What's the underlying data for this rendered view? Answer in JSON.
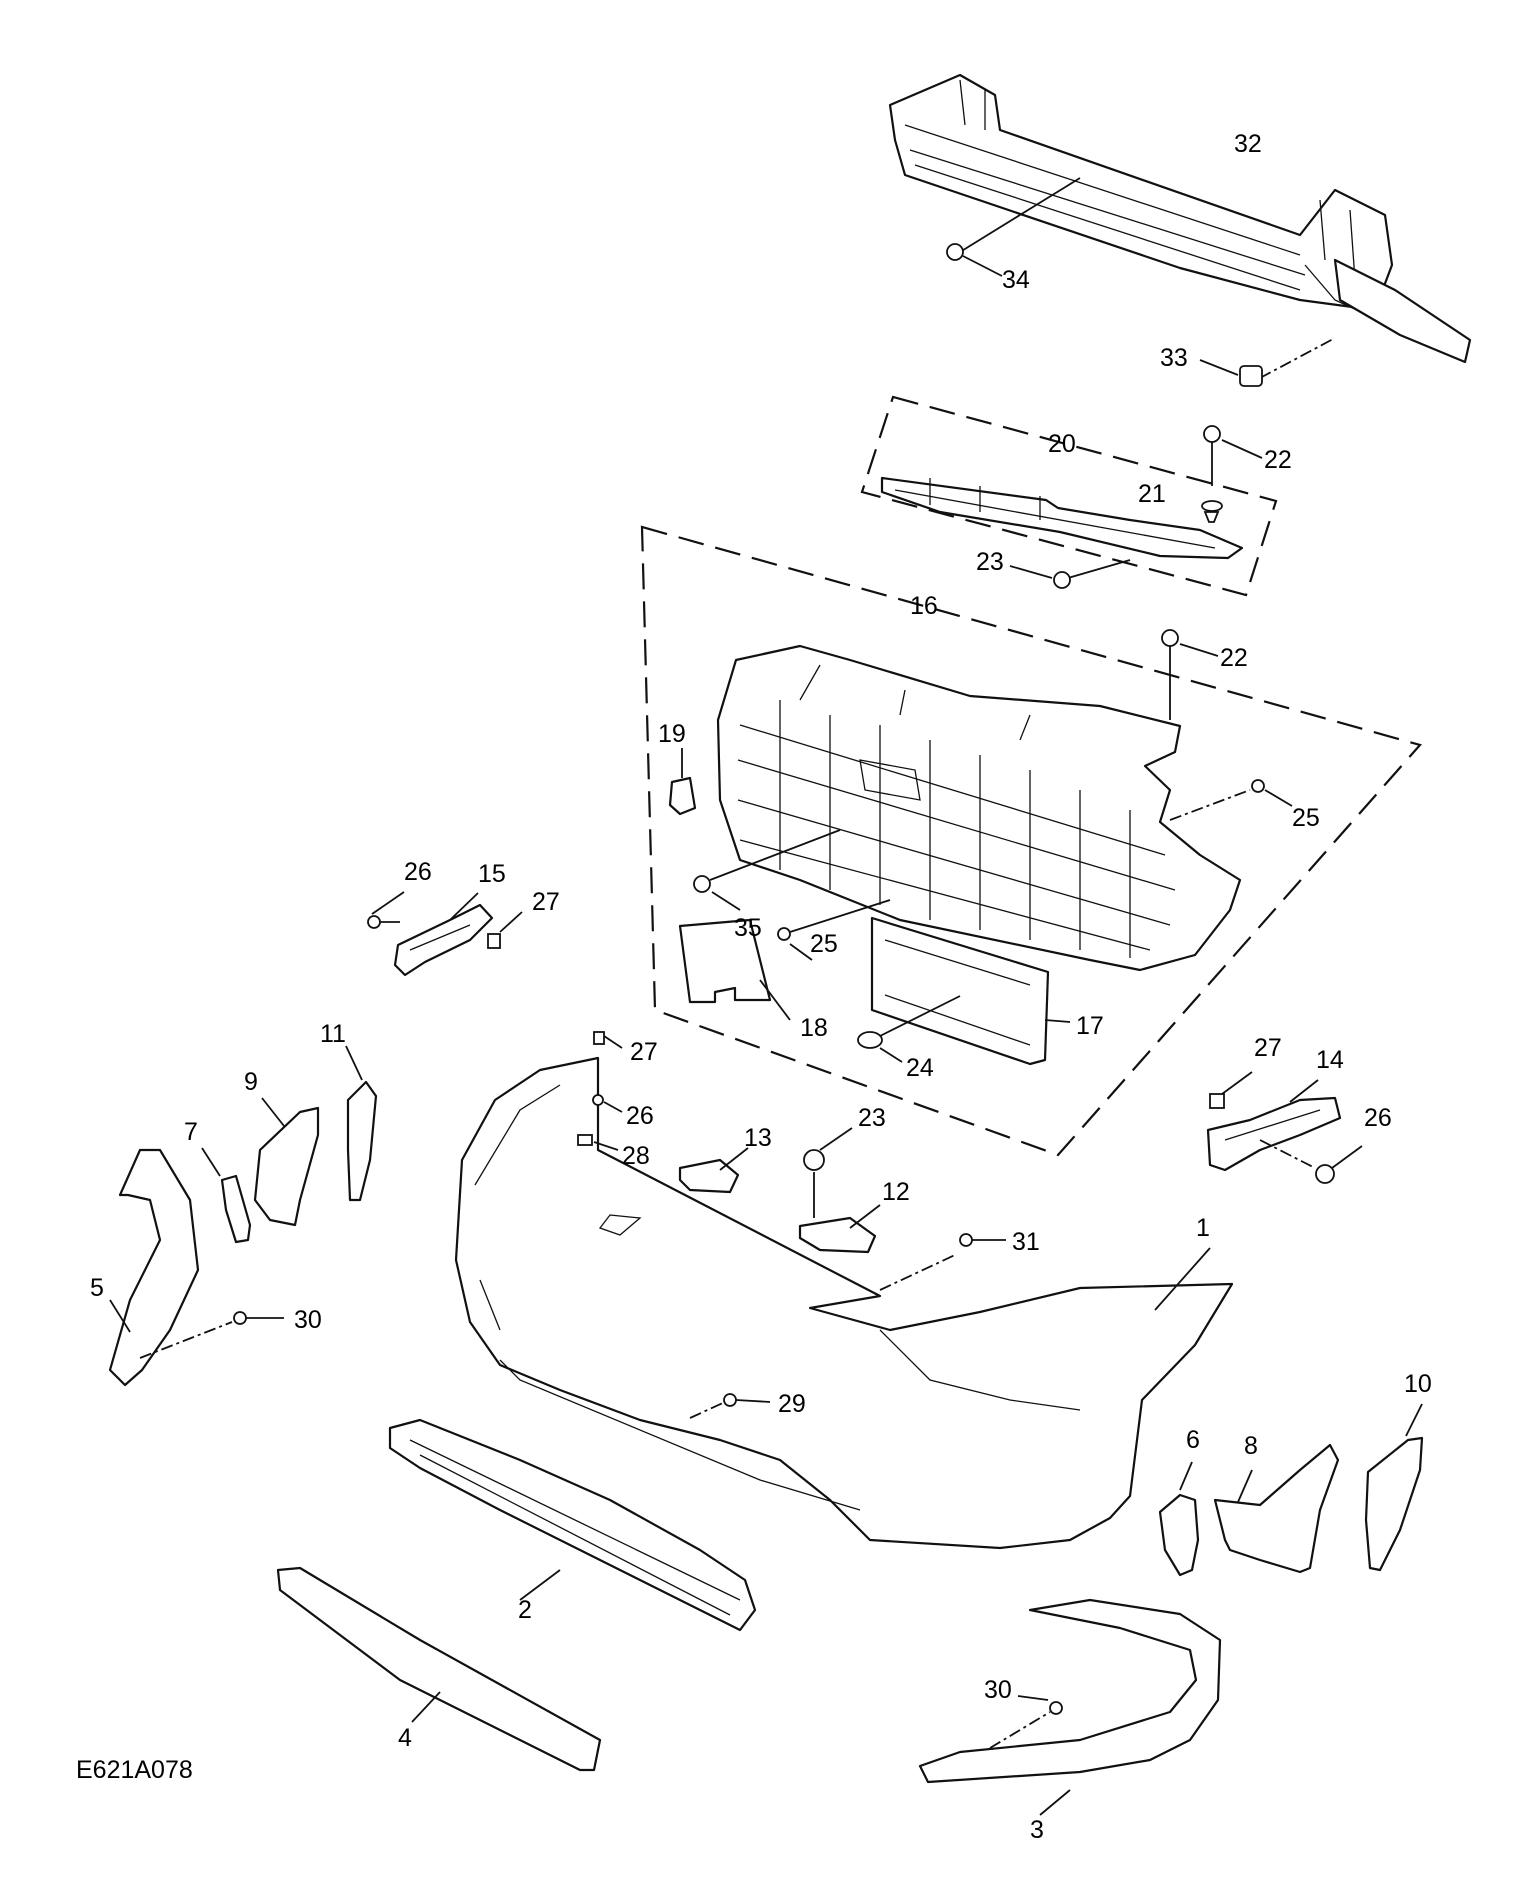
{
  "diagram_id": "E621A078",
  "callouts": {
    "c1": "1",
    "c2": "2",
    "c3": "3",
    "c4": "4",
    "c5": "5",
    "c6": "6",
    "c7": "7",
    "c8": "8",
    "c9": "9",
    "c10": "10",
    "c11": "11",
    "c12": "12",
    "c13": "13",
    "c14": "14",
    "c15": "15",
    "c16": "16",
    "c17": "17",
    "c18": "18",
    "c19": "19",
    "c20": "20",
    "c21": "21",
    "c22a": "22",
    "c22b": "22",
    "c23a": "23",
    "c23b": "23",
    "c24": "24",
    "c25a": "25",
    "c25b": "25",
    "c26a": "26",
    "c26b": "26",
    "c26c": "26",
    "c27a": "27",
    "c27b": "27",
    "c27c": "27",
    "c28": "28",
    "c29": "29",
    "c30a": "30",
    "c30b": "30",
    "c31": "31",
    "c32": "32",
    "c33": "33",
    "c34": "34",
    "c35": "35"
  }
}
